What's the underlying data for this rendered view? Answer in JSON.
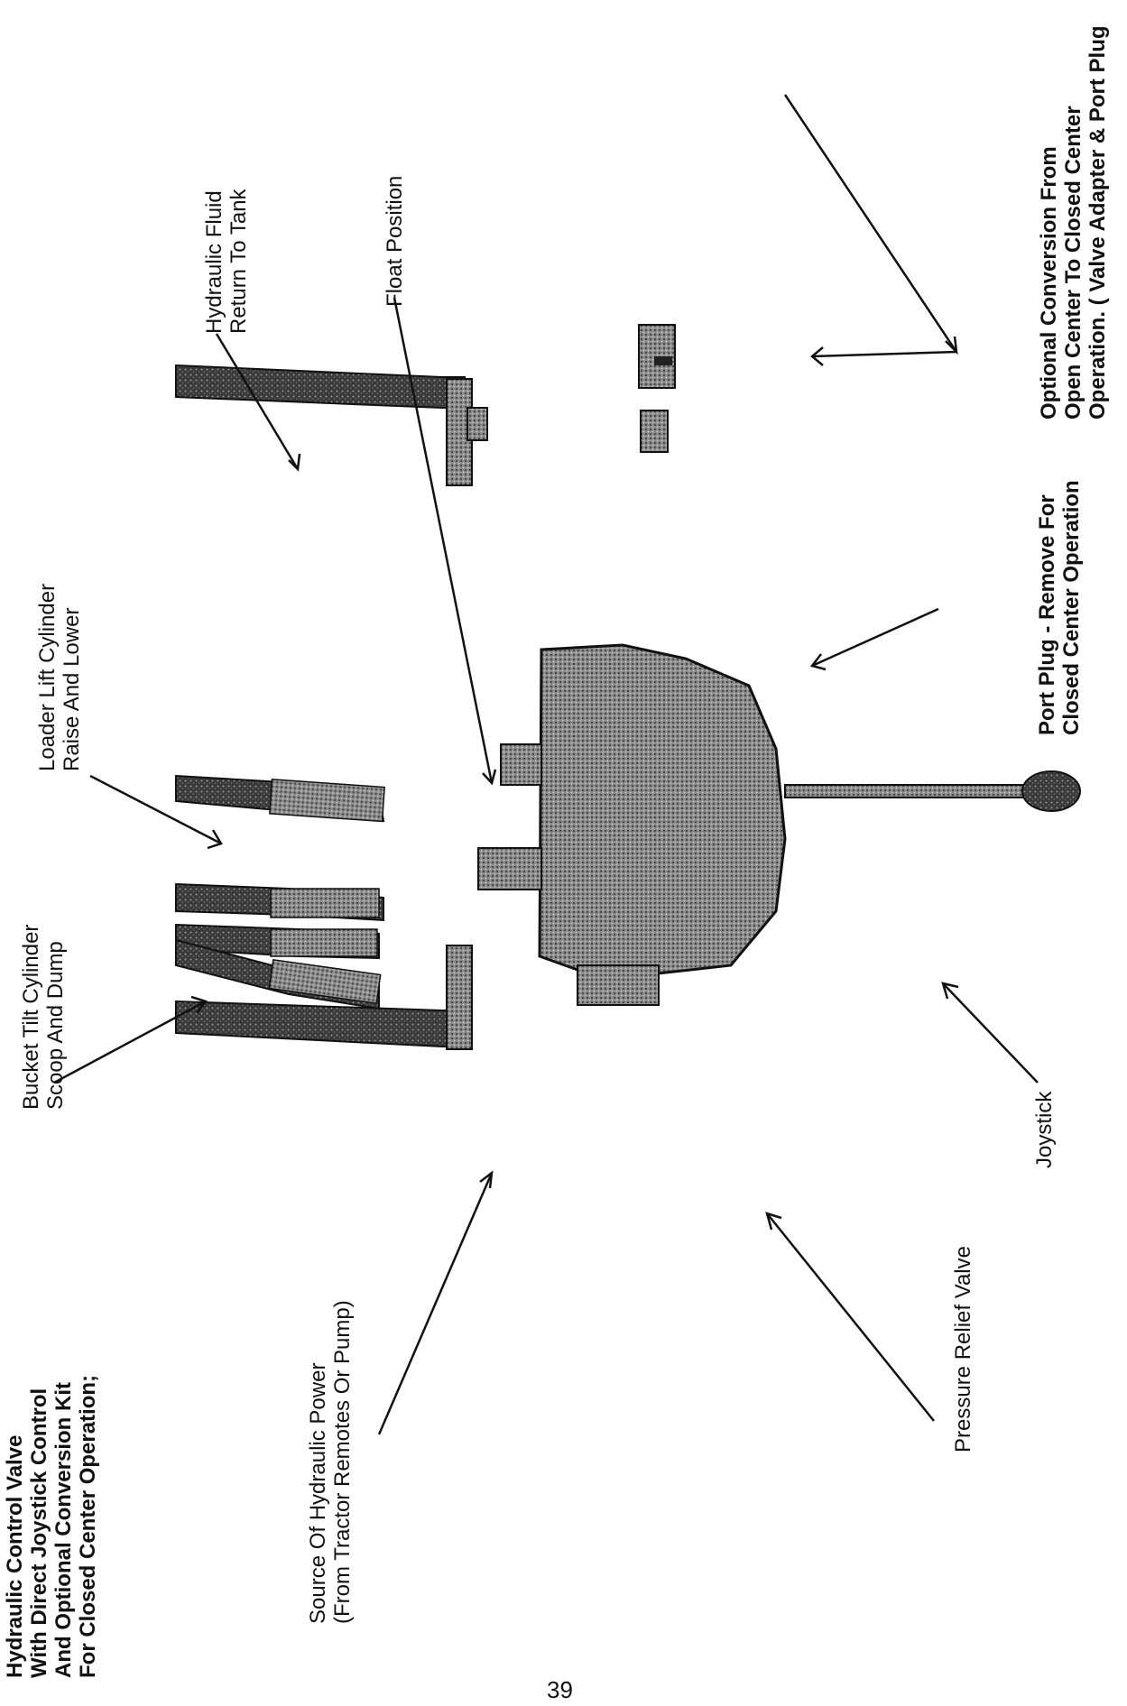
{
  "title": {
    "lines": [
      "Hydraulic Control Valve",
      "With Direct Joystick Control",
      "And Optional Conversion Kit",
      "For Closed Center Operation;"
    ]
  },
  "labels": {
    "source": [
      "Source Of Hydraulic Power",
      "(From Tractor Remotes Or Pump)"
    ],
    "bucket_tilt": [
      "Bucket Tilt Cylinder",
      "Scoop And Dump"
    ],
    "loader_lift": [
      "Loader Lift Cylinder",
      "Raise And Lower"
    ],
    "return_tank": [
      "Hydraulic Fluid",
      "Return To Tank"
    ],
    "float": [
      "Float Position"
    ],
    "pressure_relief": [
      "Pressure Relief Valve"
    ],
    "joystick": [
      "Joystick"
    ],
    "port_plug": [
      "Port Plug - Remove For",
      "Closed Center Operation"
    ],
    "conversion": [
      "Optional Conversion From",
      "Open Center To Closed Center",
      "Operation. ( Valve Adapter & Port Plug"
    ]
  },
  "page_number": "39",
  "colors": {
    "ink": "#111111",
    "hose": "#2a2a2a",
    "metal": "#6b6b6b"
  }
}
